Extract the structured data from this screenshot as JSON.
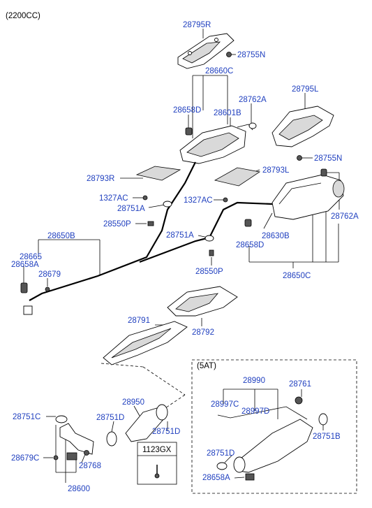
{
  "variant": "(2200CC)",
  "inset": {
    "title": "(5AT)",
    "callouts": {
      "p28990": "28990",
      "p28997C": "28997C",
      "p28997D": "28997D",
      "p28761": "28761",
      "p28751B": "28751B",
      "p28751D": "28751D",
      "p28658A": "28658A"
    }
  },
  "callouts": {
    "p28795R": "28795R",
    "p28755N_top": "28755N",
    "p28660C": "28660C",
    "p28762A_top": "28762A",
    "p28658D_top": "28658D",
    "p28601B": "28601B",
    "p28795L": "28795L",
    "p28755N_right": "28755N",
    "p28793R": "28793R",
    "p28793L": "28793L",
    "p1327AC_left": "1327AC",
    "p1327AC_right": "1327AC",
    "p28751A_left": "28751A",
    "p28550P_left": "28550P",
    "p28762A_right": "28762A",
    "p28630B": "28630B",
    "p28751A_mid": "28751A",
    "p28658D_mid": "28658D",
    "p28650B": "28650B",
    "p28665": "28665",
    "p28658A": "28658A",
    "p28679": "28679",
    "p28550P_mid": "28550P",
    "p28650C": "28650C",
    "p28791": "28791",
    "p28792": "28792",
    "p28950": "28950",
    "p28751C": "28751C",
    "p28751D_a": "28751D",
    "p28751D_b": "28751D",
    "p28679C": "28679C",
    "p28768": "28768",
    "p28600": "28600",
    "p1123GX": "1123GX"
  }
}
